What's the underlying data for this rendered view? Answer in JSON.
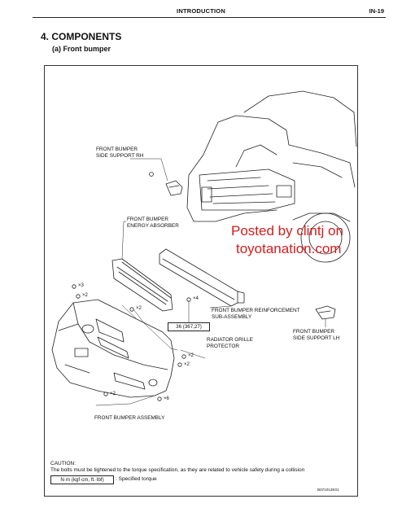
{
  "header": {
    "title": "INTRODUCTION",
    "page": "IN-19"
  },
  "section": {
    "title": "4.  COMPONENTS",
    "subtitle": "(a)  Front bumper"
  },
  "labels": {
    "side_support_rh": "FRONT BUMPER\nSIDE SUPPORT RH",
    "energy_absorber": "FRONT BUMPER\nENERGY ABSORBER",
    "reinforcement": "FRONT BUMPER REINFORCEMENT\nSUB-ASSEMBLY",
    "radiator_protector": "RADIATOR GRILLE\nPROTECTOR",
    "side_support_lh": "FRONT BUMPER\nSIDE SUPPORT LH",
    "bumper_assembly": "FRONT BUMPER ASSEMBLY"
  },
  "quantities": {
    "q3": "×3",
    "q2a": "×2",
    "q2b": "×2",
    "q4": "×4",
    "q2c": "×2",
    "q2d": "×2",
    "q2e": "×2",
    "q6": "×6"
  },
  "torque": "36 (367,27)",
  "watermark": {
    "line1": "Posted by clintj on",
    "line2": "toyotanation.com"
  },
  "caution": {
    "heading": "CAUTION:",
    "text": "The bolts must be tightened to the torque specification, as they are related to vehicle safety during a collision"
  },
  "spec": {
    "unit": "N·m (kgf·cm, ft.·lbf)",
    "text": ": Specified torque"
  },
  "doc_code": "B071012E01",
  "colors": {
    "watermark": "#d81b1b",
    "line": "#222222"
  }
}
